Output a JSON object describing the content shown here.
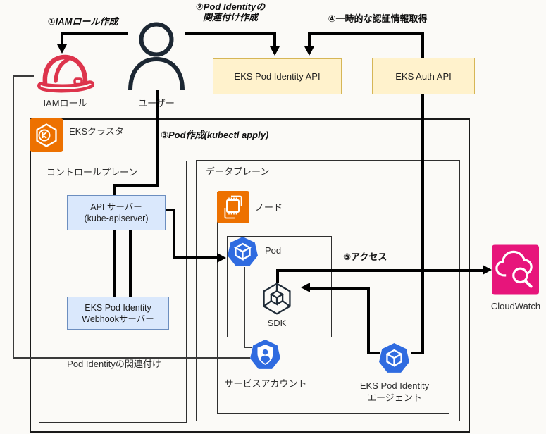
{
  "diagram": {
    "steps": {
      "step1": "①IAMロール作成",
      "step2_line1": "②Pod Identityの",
      "step2_line2": "関連付け作成",
      "step3": "③Pod作成(kubectl apply)",
      "step4": "④一時的な認証情報取得",
      "step5": "⑤アクセス"
    },
    "actors": {
      "iam_role": "IAMロール",
      "user": "ユーザー"
    },
    "services": {
      "pod_identity_api": "EKS Pod Identity API",
      "auth_api": "EKS Auth API",
      "cloudwatch": "CloudWatch"
    },
    "cluster": {
      "title": "EKSクラスタ",
      "control_plane": {
        "title": "コントロールプレーン",
        "api_server_line1": "API サーバー",
        "api_server_line2": "(kube-apiserver)",
        "webhook_line1": "EKS Pod Identity",
        "webhook_line2": "Webhookサーバー",
        "association_label": "Pod Identityの関連付け"
      },
      "data_plane": {
        "title": "データプレーン",
        "node_title": "ノード",
        "pod": "Pod",
        "sdk": "SDK",
        "service_account": "サービスアカウント",
        "agent_line1": "EKS Pod Identity",
        "agent_line2": "エージェント"
      }
    },
    "colors": {
      "yellow_box_fill": "#fff2cc",
      "yellow_box_border": "#d6b656",
      "blue_box_fill": "#dae8fc",
      "blue_box_border": "#6c8ebf",
      "aws_orange": "#ed7100",
      "k8s_blue": "#2f6be0",
      "iam_red": "#dd344c",
      "cloudwatch_pink": "#e7157b",
      "line_black": "#000000"
    }
  }
}
